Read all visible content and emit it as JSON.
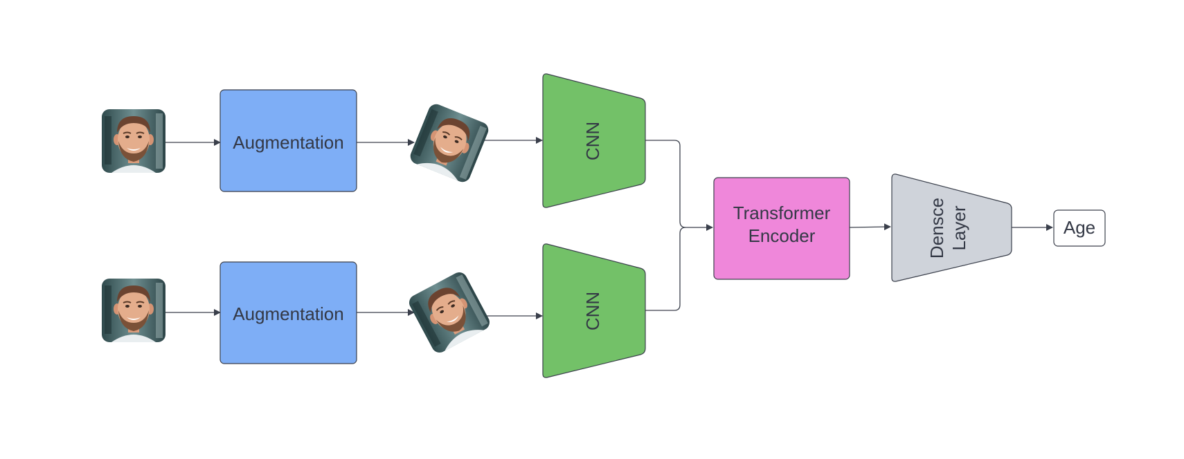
{
  "nodes": {
    "augmentation_top": "Augmentation",
    "augmentation_bottom": "Augmentation",
    "cnn_top": "CNN",
    "cnn_bottom": "CNN",
    "transformer_line1": "Transformer",
    "transformer_line2": "Encoder",
    "dense_line1": "Densce",
    "dense_line2": "Layer",
    "output": "Age"
  },
  "icons": {
    "input_face": "face-photo-icon",
    "augmented_face": "rotated-face-photo-icon"
  },
  "colors": {
    "augmentation": "#7eaef6",
    "cnn": "#73c168",
    "transformer": "#ef87da",
    "dense": "#cfd3da",
    "output": "#ffffff",
    "stroke": "#3a3f4b",
    "text": "#333845"
  }
}
